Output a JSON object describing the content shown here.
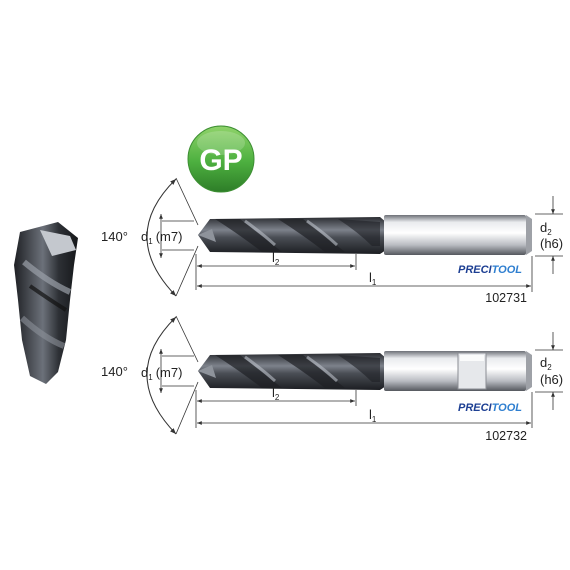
{
  "badge": {
    "text": "GP",
    "color": "#4caf3f"
  },
  "brand": {
    "part1": "PRECI",
    "part2": "TOOL",
    "color1": "#1d3f93",
    "color2": "#2f7fd0"
  },
  "drills": [
    {
      "angle": "140°",
      "d1": "d",
      "d1_sub": "1",
      "d1_tol": "(m7)",
      "d2": "d",
      "d2_sub": "2",
      "d2_tol": "(h6)",
      "l1": "l",
      "l1_sub": "1",
      "l2": "l",
      "l2_sub": "2",
      "article": "102731",
      "shank": "plain"
    },
    {
      "angle": "140°",
      "d1": "d",
      "d1_sub": "1",
      "d1_tol": "(m7)",
      "d2": "d",
      "d2_sub": "2",
      "d2_tol": "(h6)",
      "l1": "l",
      "l1_sub": "1",
      "l2": "l",
      "l2_sub": "2",
      "article": "102732",
      "shank": "weldon-flat"
    }
  ],
  "colors": {
    "dimension_line": "#333333",
    "coating": "#3a3d44",
    "shank": "#c9ccd1"
  }
}
